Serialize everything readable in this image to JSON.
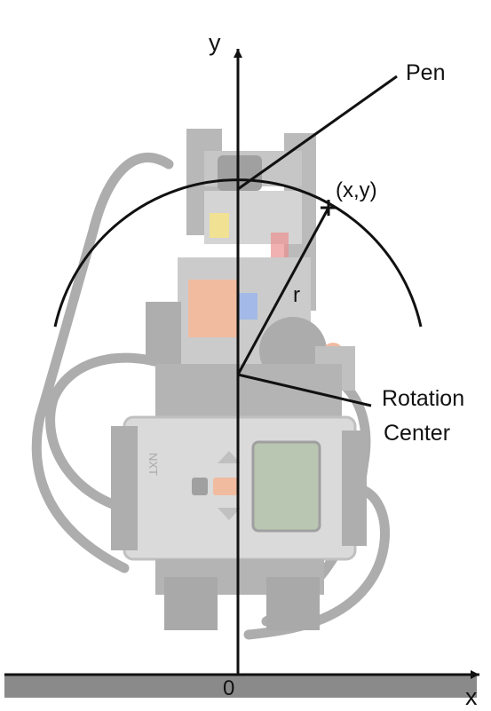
{
  "labels": {
    "y_axis": "y",
    "x_axis": "x",
    "origin": "0",
    "pen": "Pen",
    "point": "(x,y)",
    "radius": "r",
    "rotation_line1": "Rotation",
    "rotation_line2": "Center"
  },
  "colors": {
    "ink": "#111111",
    "ground": "#8a8a8a",
    "robot_body": "#cfcfcf",
    "robot_dark": "#9b9b9b",
    "cable": "#a9a9a9",
    "nxt_screen": "#b6c4ae",
    "accent_orange": "#f0b89a",
    "accent_blue": "#9fb6e6",
    "accent_yellow": "#f1e08d",
    "accent_red": "#e98a8a"
  }
}
